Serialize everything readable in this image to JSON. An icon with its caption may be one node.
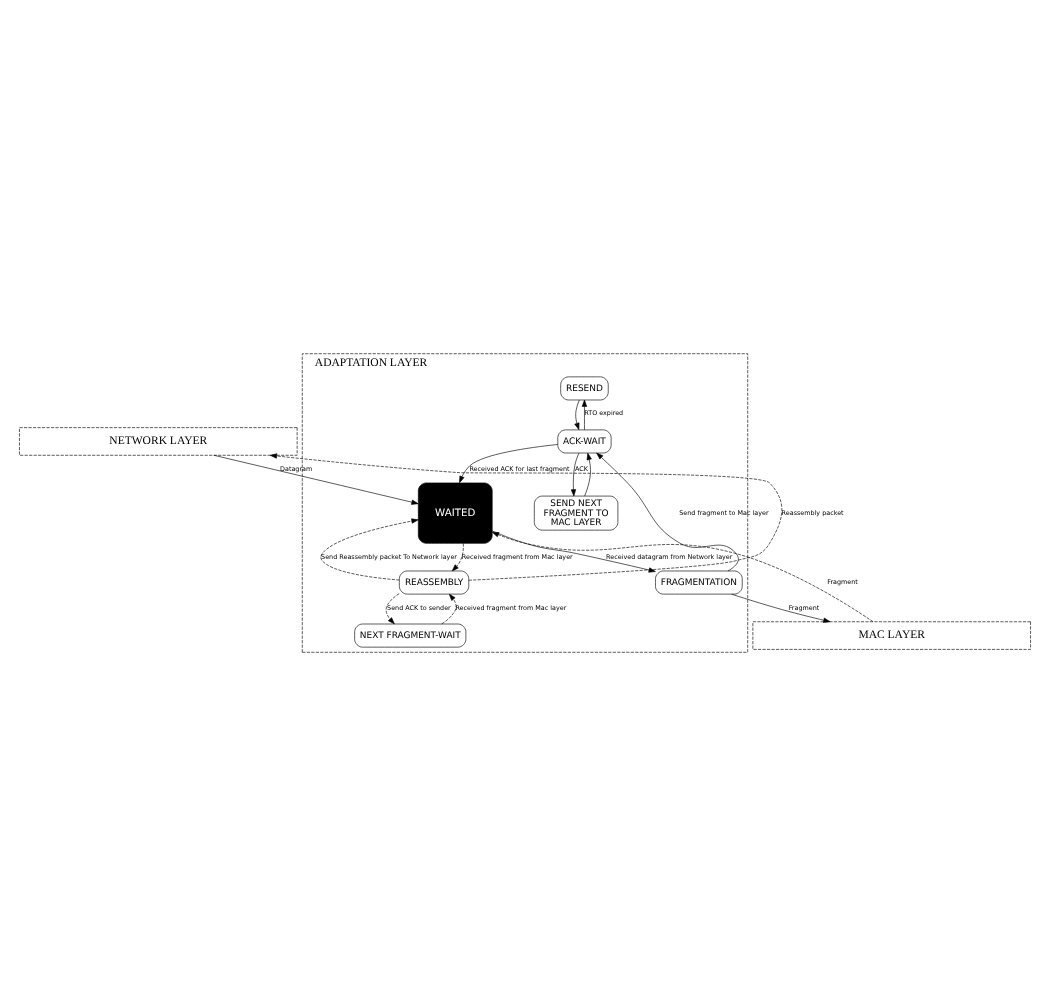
{
  "diagram": {
    "nodes": [
      {
        "text": [
          "NETWORK LAYER"
        ]
      },
      {
        "text": [
          "ADAPTATION LAYER"
        ]
      },
      {
        "text": [
          "RESEND"
        ],
        "in": 1
      },
      {
        "text": [
          "ACK-WAIT"
        ],
        "in": 1
      },
      {
        "text": [
          "SEND NEXT FRAGMENT TO MAC LAYER"
        ],
        "in": 1
      },
      {
        "text": [
          "WAITED"
        ],
        "in": 1
      },
      {
        "text": [
          "REASSEMBLY"
        ],
        "in": 1
      },
      {
        "text": [
          "NEXT FRAGMENT-WAIT"
        ],
        "in": 1
      },
      {
        "text": [
          "FRAGMENTATION"
        ],
        "in": 1
      },
      {
        "text": [
          "MAC LAYER"
        ]
      }
    ],
    "edges": [
      {
        "from": 0,
        "to": 5,
        "arrow": "to",
        "label": "Datagram"
      },
      {
        "from": 2,
        "to": 3,
        "arrow": "to"
      },
      {
        "from": 3,
        "to": 2,
        "arrow": "to",
        "label": "RTO expired"
      },
      {
        "from": 3,
        "to": 5,
        "arrow": "to",
        "label": "Received ACK for last fragment"
      },
      {
        "from": 3,
        "to": 4,
        "arrow": "to",
        "label": "ACK"
      },
      {
        "from": 4,
        "to": 3,
        "arrow": "to"
      },
      {
        "from": 8,
        "to": 3,
        "arrow": "to",
        "label": "Send fragment to Mac layer"
      },
      {
        "from": 5,
        "to": 8,
        "arrow": "to",
        "label": "Received datagram from Network layer"
      },
      {
        "from": 8,
        "to": 9,
        "arrow": "to",
        "label": "Fragment"
      },
      {
        "from": 9,
        "to": 5,
        "arrow": "to",
        "label": "Fragment",
        "style": "dashed"
      },
      {
        "from": 5,
        "to": 6,
        "arrow": "to",
        "label": "Received fragment from Mac layer",
        "style": "dashed"
      },
      {
        "from": 6,
        "to": 0,
        "arrow": "to",
        "label": "Reassembly packet",
        "style": "dashed"
      },
      {
        "from": 6,
        "to": 5,
        "arrow": "to",
        "label": "Send Reassembly packet To Network layer",
        "style": "dashed"
      },
      {
        "from": 7,
        "to": 6,
        "arrow": "to",
        "label": "Received fragment from Mac layer",
        "style": "dashed"
      },
      {
        "from": 6,
        "to": 7,
        "arrow": "to",
        "label": "Send ACK to sender",
        "style": "dashed"
      }
    ]
  }
}
